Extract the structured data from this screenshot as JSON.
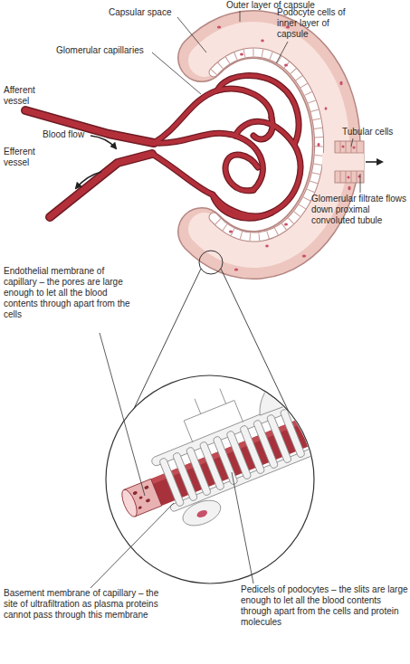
{
  "diagram": {
    "labels": [
      "Capsular space",
      "Outer layer of capsule",
      "Podocyte cells of inner layer of capsule",
      "Glomerular capillaries",
      "Afferent vessel",
      "Blood flow",
      "Efferent vessel",
      "Tubular cells",
      "Glomerular filtrate flows down proximal convoluted tubule",
      "Endothelial membrane of capillary – the pores are large enough to let all the blood contents through apart from the cells",
      "Basement membrane of capillary – the site of ultrafiltration as plasma proteins cannot pass through this membrane",
      "Pedicels of podocytes – the slits are large enough to let all the blood contents through apart from the cells and protein molecules"
    ]
  }
}
